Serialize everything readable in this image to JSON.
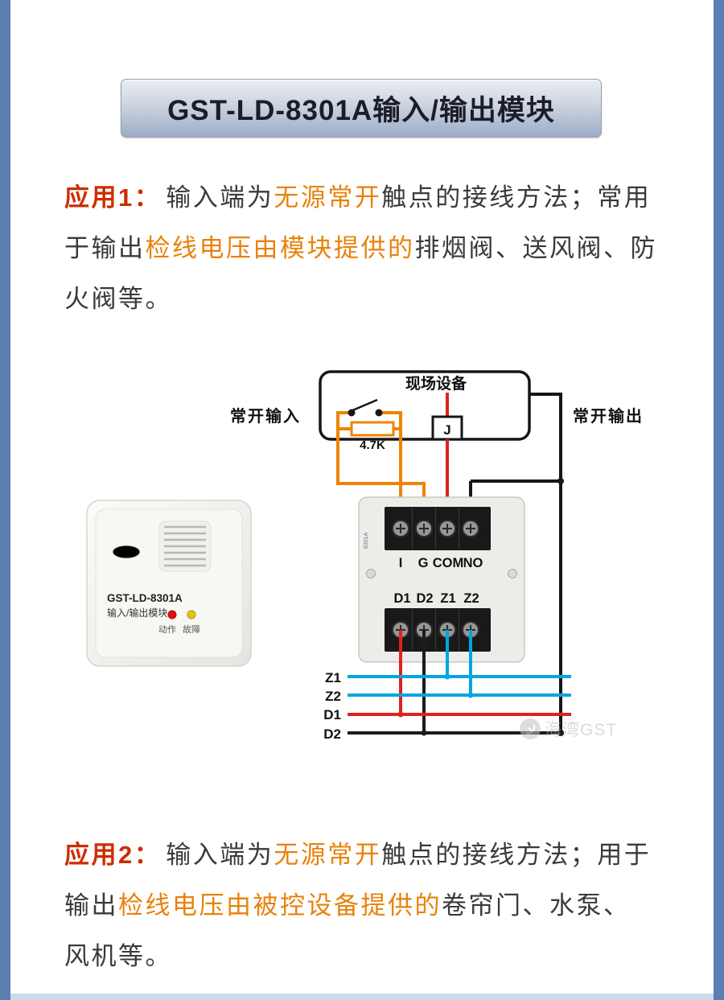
{
  "title": {
    "text": "GST-LD-8301A输入/输出模块"
  },
  "app1": {
    "label": "应用1：",
    "line1_a": "输入端为",
    "line1_hl": "无源常开",
    "line1_b": "触点的接线方法；常用",
    "line2_a": "于输出",
    "line2_hl": "检线电压由模块提供的",
    "line2_b": "排烟阀、送风阀、防",
    "line3": "火阀等。"
  },
  "app2": {
    "label": "应用2：",
    "line1_a": "输入端为",
    "line1_hl": "无源常开",
    "line1_b": "触点的接线方法；用于",
    "line2_a": "输出",
    "line2_hl": "检线电压由被控设备提供的",
    "line2_b": "卷帘门、水泵、",
    "line3": "风机等。"
  },
  "diagram": {
    "field_device_label": "现场设备",
    "input_label": "常开输入",
    "output_label": "常开输出",
    "resistor_value": "4.7K",
    "relay_label": "J",
    "board_marking": "8301A",
    "top_terminals": [
      "I",
      "G",
      "COM",
      "NO"
    ],
    "bottom_terminals": [
      "D1",
      "D2",
      "Z1",
      "Z2"
    ],
    "bus_labels": [
      "Z1",
      "Z2",
      "D1",
      "D2"
    ],
    "wire_colors": {
      "input_wire": "#f08300",
      "relay_wire": "#e02020",
      "loop_bus": "#00a6e0",
      "power_bus_d1": "#e02020",
      "power_bus_d2": "#1c1c1c",
      "output_wire": "#161616"
    }
  },
  "module_photo": {
    "model": "GST-LD-8301A",
    "name": "输入/输出模块",
    "led_action_label": "动作",
    "led_fault_label": "故障",
    "led_action_color": "#e01010",
    "led_fault_color": "#e8c410"
  },
  "watermark": {
    "text": "海湾GST"
  },
  "theme": {
    "side_bar_color": "#5b7fb0",
    "app_label_color": "#cc2e00",
    "highlight_color": "#e8820a",
    "body_text_color": "#3a3a3a"
  }
}
